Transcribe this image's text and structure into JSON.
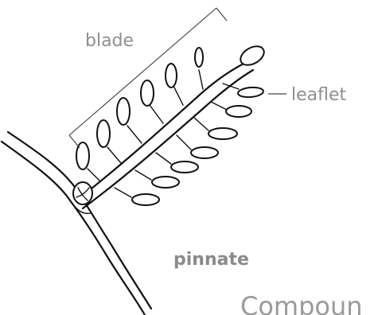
{
  "labels": {
    "blade": "blade",
    "leaflet": "leaflet",
    "pinnate": "pinnate",
    "compound": "Compoun"
  },
  "colors": {
    "ink": "#111111",
    "label_gray": "#8f8f8f",
    "background": "#ffffff"
  }
}
